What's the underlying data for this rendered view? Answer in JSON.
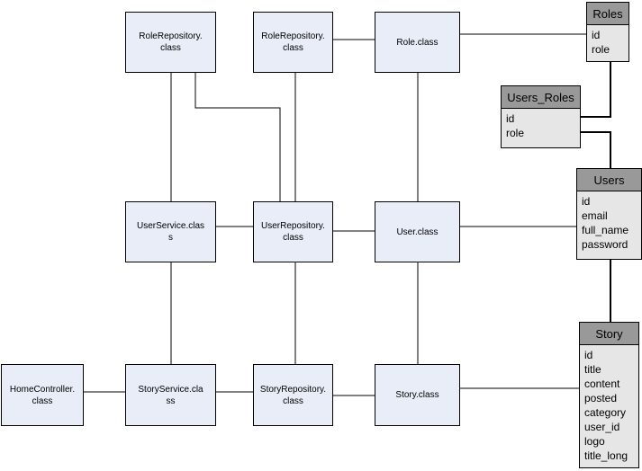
{
  "classes": {
    "role_repo_left": "RoleRepository.\nclass",
    "role_repo_mid": "RoleRepository.\nclass",
    "role": "Role.class",
    "user_service": "UserService.clas\ns",
    "user_repo": "UserRepository.\nclass",
    "user": "User.class",
    "home_controller": "HomeController.\nclass",
    "story_service": "StoryService.cla\nss",
    "story_repo": "StoryRepository.\nclass",
    "story": "Story.class"
  },
  "tables": {
    "roles": {
      "name": "Roles",
      "fields": [
        "id",
        "role"
      ]
    },
    "users_roles": {
      "name": "Users_Roles",
      "fields": [
        "id",
        "role"
      ]
    },
    "users": {
      "name": "Users",
      "fields": [
        "id",
        "email",
        "full_name",
        "password"
      ]
    },
    "story": {
      "name": "Story",
      "fields": [
        "id",
        "title",
        "content",
        "posted",
        "category",
        "user_id",
        "logo",
        "title_long"
      ]
    }
  },
  "colors": {
    "class_fill": "#e8edf7",
    "table_header": "#999999",
    "table_body": "#e6e6e6",
    "line": "#000000"
  }
}
